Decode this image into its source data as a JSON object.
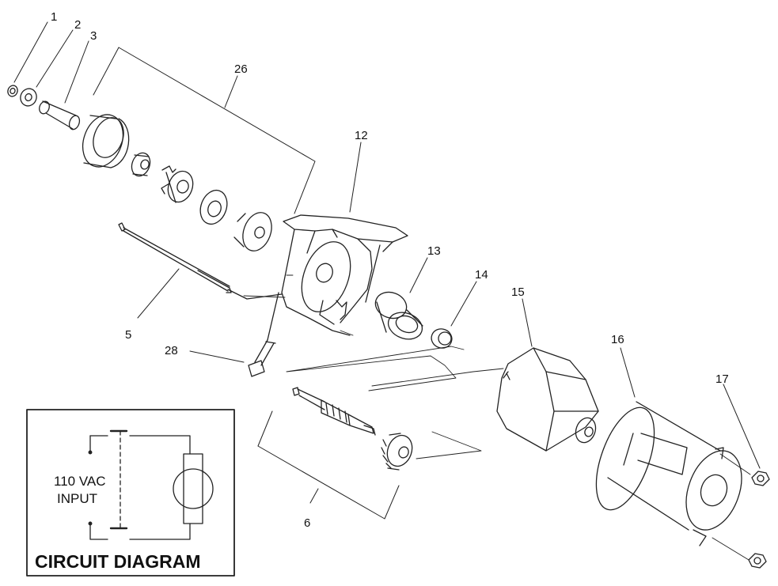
{
  "callouts": [
    {
      "id": "1",
      "text": "1"
    },
    {
      "id": "2",
      "text": "2"
    },
    {
      "id": "3",
      "text": "3"
    },
    {
      "id": "26",
      "text": "26"
    },
    {
      "id": "12",
      "text": "12"
    },
    {
      "id": "13",
      "text": "13"
    },
    {
      "id": "14",
      "text": "14"
    },
    {
      "id": "15",
      "text": "15"
    },
    {
      "id": "16",
      "text": "16"
    },
    {
      "id": "17",
      "text": "17"
    },
    {
      "id": "5",
      "text": "5"
    },
    {
      "id": "28",
      "text": "28"
    },
    {
      "id": "6",
      "text": "6"
    }
  ],
  "circuit_diagram": {
    "input_line1": "110 VAC",
    "input_line2": "INPUT",
    "title": "CIRCUIT DIAGRAM"
  }
}
